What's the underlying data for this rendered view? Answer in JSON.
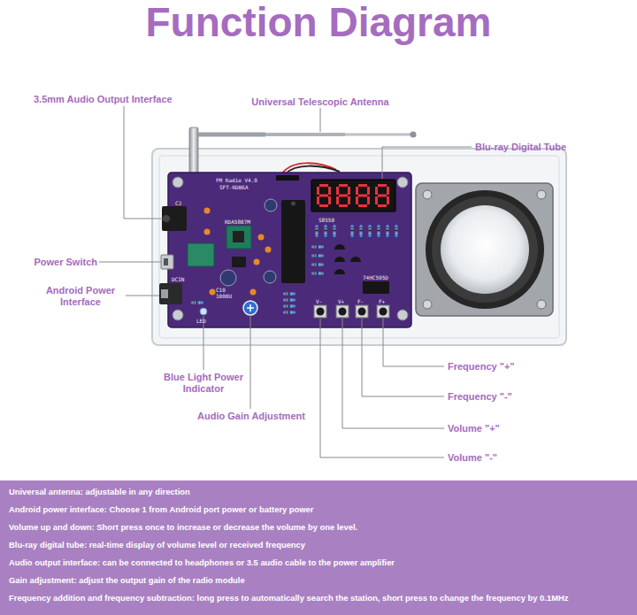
{
  "diagram": {
    "title": "Function Diagram",
    "nodes": [
      {
        "text": [
          "Universal antenna: adjustable in any direction",
          "Android power interface: Choose 1 from Android port power or battery power",
          "Volume up and down: Short press once to increase or decrease the volume by one level.",
          "Blu-ray digital tube: real-time display of volume level or received frequency",
          "Audio output interface: can be connected to headphones or 3.5 audio cable to the power amplifier",
          "Gain adjustment: adjust the output gain of the radio module",
          "Frequency addition and frequency subtraction: long press to automatically search the station, short press to change the frequency by 0.1MHz"
        ]
      }
    ],
    "labels": [
      "3.5mm Audio Output Interface",
      "Universal Telescopic Antenna",
      "Blu-ray Digital Tube",
      "Power Switch",
      "Android Power Interface",
      "Blue Light Power Indicator",
      "Audio Gain Adjustment",
      "Frequency \"+\"",
      "Frequency \"-\"",
      "Volume \"+\"",
      "Volume \"-\"",
      "FM Radio V4.0",
      "SFT-RDB6A",
      "RDA5807M",
      "S8550",
      "74HC595D",
      "CJ",
      "DCIN",
      "LED",
      "V-",
      "V+",
      "F-",
      "F+",
      "C10",
      "1000U"
    ]
  }
}
